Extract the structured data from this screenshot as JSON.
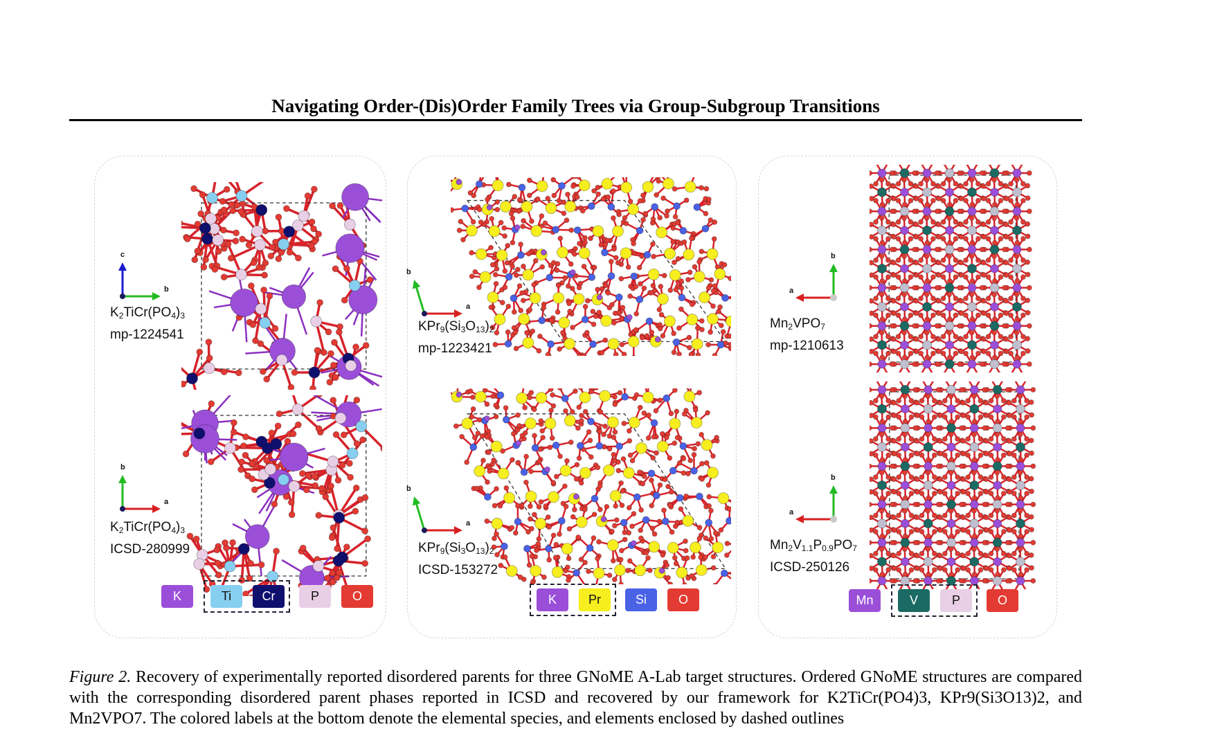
{
  "header": {
    "title": "Navigating Order-(Dis)Order Family Trees via Group-Subgroup Transitions"
  },
  "colors": {
    "K": "#9b4fd9",
    "Ti": "#87cff0",
    "Cr": "#0f0f6e",
    "P": "#e8cfe6",
    "O": "#e33b33",
    "Pr": "#f6ee1e",
    "Si": "#4a62e6",
    "Mn": "#9b4fd9",
    "V": "#1b6a64",
    "bond": "#d7232b"
  },
  "panels": [
    {
      "structures": [
        {
          "formula": "K2TiCr(PO4)3",
          "id": "mp-1224541",
          "axes": [
            "b",
            "c"
          ]
        },
        {
          "formula": "K2TiCr(PO4)3",
          "id": "ICSD-280999",
          "axes": [
            "a",
            "b"
          ]
        }
      ],
      "legend": [
        {
          "symbol": "K",
          "color_key": "K",
          "group": false
        },
        {
          "symbol": "Ti",
          "color_key": "Ti",
          "group": true
        },
        {
          "symbol": "Cr",
          "color_key": "Cr",
          "group": true
        },
        {
          "symbol": "P",
          "color_key": "P",
          "group": false
        },
        {
          "symbol": "O",
          "color_key": "O",
          "group": false
        }
      ]
    },
    {
      "structures": [
        {
          "formula": "KPr9(Si3O13)2",
          "id": "mp-1223421",
          "axes": [
            "a",
            "b"
          ]
        },
        {
          "formula": "KPr9(Si3O13)2",
          "id": "ICSD-153272",
          "axes": [
            "a",
            "b"
          ]
        }
      ],
      "legend": [
        {
          "symbol": "K",
          "color_key": "K",
          "group": true
        },
        {
          "symbol": "Pr",
          "color_key": "Pr",
          "group": true
        },
        {
          "symbol": "Si",
          "color_key": "Si",
          "group": false
        },
        {
          "symbol": "O",
          "color_key": "O",
          "group": false
        }
      ]
    },
    {
      "structures": [
        {
          "formula": "Mn2VPO7",
          "id": "mp-1210613",
          "axes": [
            "a",
            "b"
          ]
        },
        {
          "formula": "Mn2V1.1P0.9PO7",
          "id": "ICSD-250126",
          "axes": [
            "a",
            "b"
          ]
        }
      ],
      "legend": [
        {
          "symbol": "Mn",
          "color_key": "Mn",
          "group": false
        },
        {
          "symbol": "V",
          "color_key": "V",
          "group": true
        },
        {
          "symbol": "P",
          "color_key": "P",
          "group": true
        },
        {
          "symbol": "O",
          "color_key": "O",
          "group": false
        }
      ]
    }
  ],
  "caption": {
    "label": "Figure 2.",
    "text": "Recovery of experimentally reported disordered parents for three GNoME A-Lab target structures. Ordered GNoME structures are compared with the corresponding disordered parent phases reported in ICSD and recovered by our framework for K2TiCr(PO4)3, KPr9(Si3O13)2, and Mn2VPO7. The colored labels at the bottom denote the elemental species, and elements enclosed by dashed outlines"
  }
}
